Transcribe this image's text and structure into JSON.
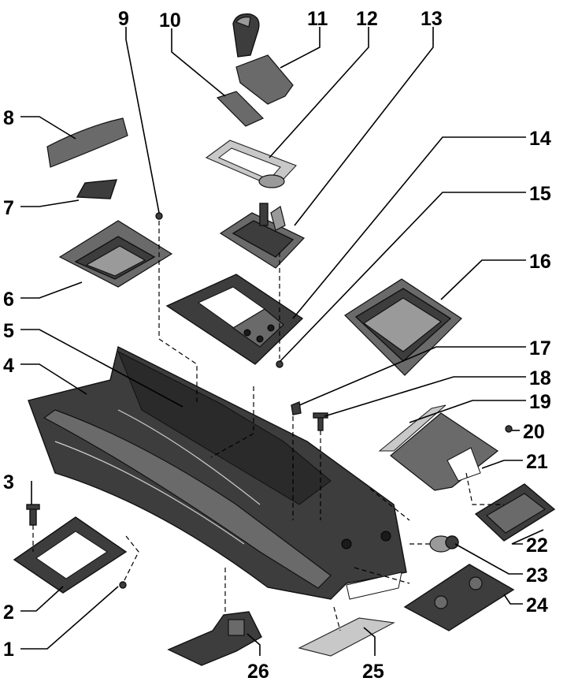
{
  "callouts": [
    {
      "n": "1"
    },
    {
      "n": "2"
    },
    {
      "n": "3"
    },
    {
      "n": "4"
    },
    {
      "n": "5"
    },
    {
      "n": "6"
    },
    {
      "n": "7"
    },
    {
      "n": "8"
    },
    {
      "n": "9"
    },
    {
      "n": "10"
    },
    {
      "n": "11"
    },
    {
      "n": "12"
    },
    {
      "n": "13"
    },
    {
      "n": "14"
    },
    {
      "n": "15"
    },
    {
      "n": "16"
    },
    {
      "n": "17"
    },
    {
      "n": "18"
    },
    {
      "n": "19"
    },
    {
      "n": "20"
    },
    {
      "n": "21"
    },
    {
      "n": "22"
    },
    {
      "n": "23"
    },
    {
      "n": "24"
    },
    {
      "n": "25"
    },
    {
      "n": "26"
    }
  ],
  "colors": {
    "dark_part": "#3d3d3d",
    "mid_part": "#6a6a6a",
    "light_part": "#9a9a9a",
    "line": "#000000"
  }
}
